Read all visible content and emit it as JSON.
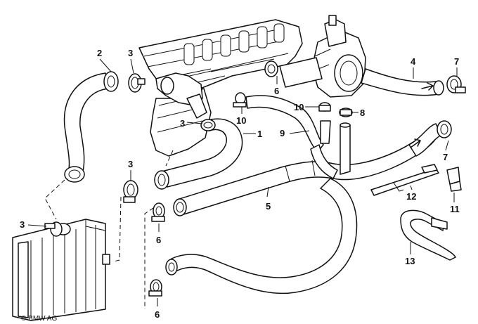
{
  "labels": {
    "n1": "1",
    "n2": "2",
    "n3a": "3",
    "n3b": "3",
    "n3c": "3",
    "n3d": "3",
    "n4": "4",
    "n5": "5",
    "n6a": "6",
    "n6b": "6",
    "n6c": "6",
    "n7a": "7",
    "n7b": "7",
    "n8": "8",
    "n9": "9",
    "n10a": "10",
    "n10b": "10",
    "n11": "11",
    "n12": "12",
    "n13": "13"
  },
  "copyright": "© BMW AG"
}
